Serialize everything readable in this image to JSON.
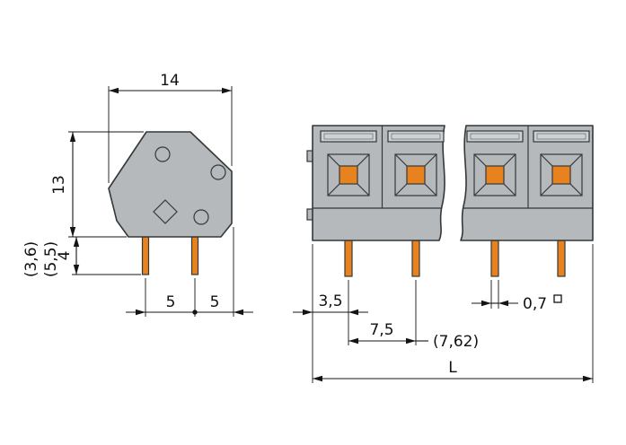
{
  "colors": {
    "background": "#ffffff",
    "body_gray": "#b5b9bb",
    "slot_gray": "#ced2d3",
    "pin_orange": "#e8821e",
    "line_dark": "#141414"
  },
  "side_view": {
    "width_label": "14",
    "height_label": "13",
    "pin_length_label": "4",
    "pin_length_alt_1": "(3,6)",
    "pin_length_alt_2": "(5,5)",
    "pin_spacing_1": "5",
    "pin_spacing_2": "5"
  },
  "front_view": {
    "edge_offset_label": "3,5",
    "pitch_label": "7,5",
    "pitch_alt_label": "(7,62)",
    "pin_width_label": "0,7",
    "total_length_label": "L"
  }
}
